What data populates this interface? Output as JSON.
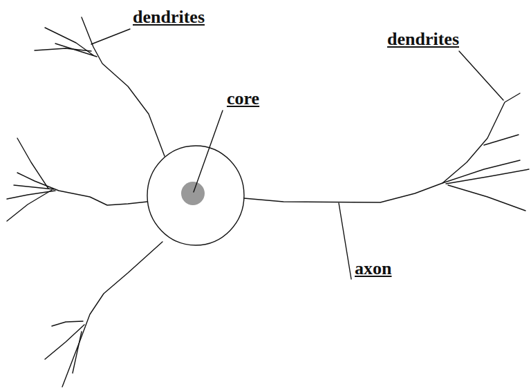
{
  "diagram": {
    "labels": [
      "dendrites",
      "dendrites",
      "core",
      "axon"
    ]
  }
}
